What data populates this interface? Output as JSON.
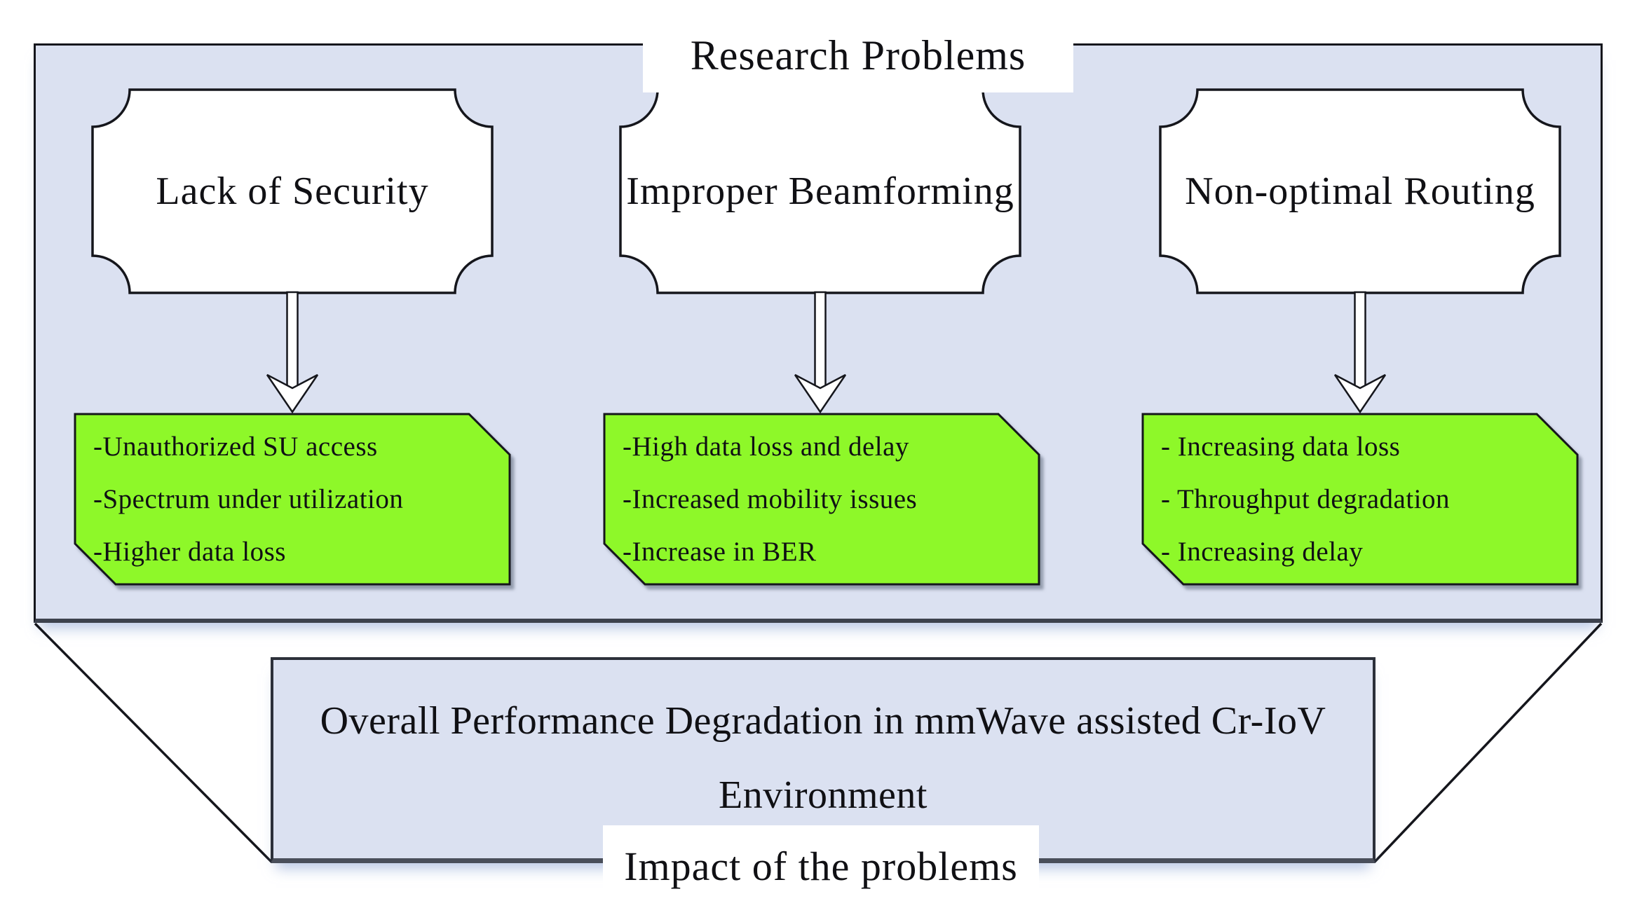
{
  "diagram": {
    "top_label": "Research Problems",
    "bottom_label": "Impact of the problems",
    "impact_box": {
      "lines": [
        "Overall Performance Degradation in mmWave assisted Cr-IoV",
        "Environment"
      ]
    },
    "columns": [
      {
        "problem": "Lack of Security",
        "effects": [
          "-Unauthorized SU access",
          "-Spectrum under utilization",
          "-Higher data loss"
        ]
      },
      {
        "problem": "Improper Beamforming",
        "effects": [
          "-High data loss and delay",
          "-Increased mobility issues",
          "-Increase in BER"
        ]
      },
      {
        "problem": "Non-optimal Routing",
        "effects": [
          "- Increasing data loss",
          "- Throughput degradation",
          "- Increasing delay"
        ]
      }
    ],
    "colors": {
      "panel_fill": "#dbe1f1",
      "shape_fill": "#ffffff",
      "effect_fill": "#8ef829",
      "outline": "#15161c"
    }
  }
}
